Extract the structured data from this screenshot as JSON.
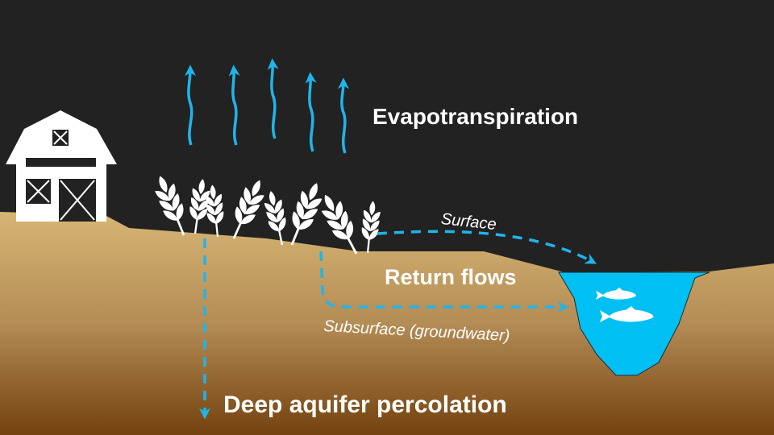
{
  "labels": {
    "evapotranspiration": "Evapotranspiration",
    "return_flows": "Return flows",
    "surface": "Surface",
    "subsurface": "Subsurface (groundwater)",
    "deep_percolation": "Deep aquifer percolation"
  },
  "colors": {
    "background": "#222222",
    "water": "#00bff3",
    "arrow": "#1fb5ea",
    "soil_top": "#d2b271",
    "soil_bottom": "#74420f",
    "icon": "#ffffff"
  },
  "icons": {
    "barn": "barn-icon",
    "wheat": "wheat-icon",
    "fish": "fish-icon"
  }
}
